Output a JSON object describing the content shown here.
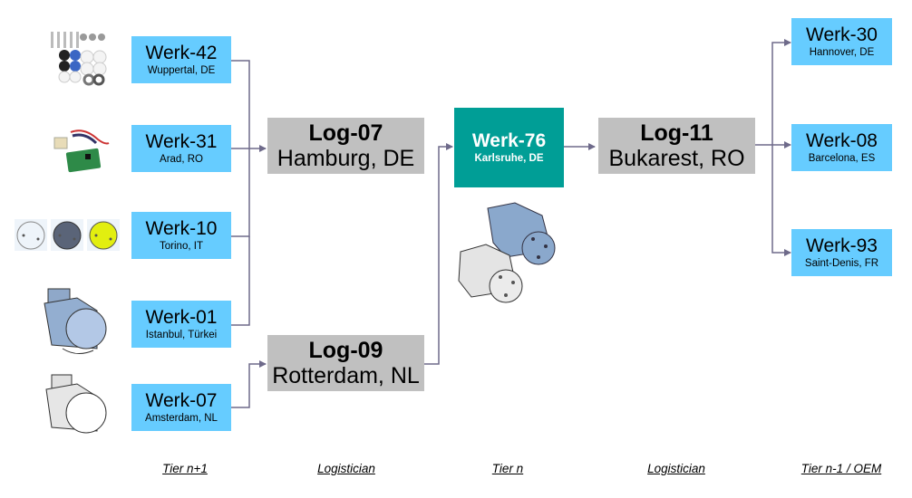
{
  "tier_n_plus_1": [
    {
      "name": "Werk-42",
      "location": "Wuppertal,  DE",
      "product_icon": "fastener-parts-icon"
    },
    {
      "name": "Werk-31",
      "location": "Arad, RO",
      "product_icon": "circuit-board-icon"
    },
    {
      "name": "Werk-10",
      "location": "Torino, IT",
      "product_icon": "compressor-cover-icon"
    },
    {
      "name": "Werk-01",
      "location": "Istanbul,  Türkei",
      "product_icon": "blue-compressor-icon"
    },
    {
      "name": "Werk-07",
      "location": "Amsterdam, NL",
      "product_icon": "grey-compressor-icon"
    }
  ],
  "logisticians_in": [
    {
      "name": "Log-07",
      "location": "Hamburg, DE"
    },
    {
      "name": "Log-09",
      "location": "Rotterdam, NL"
    }
  ],
  "tier_n": {
    "name": "Werk-76",
    "location": "Karlsruhe, DE",
    "product_icon": "compressor-pair-icon"
  },
  "logistician_out": {
    "name": "Log-11",
    "location": "Bukarest, RO"
  },
  "tier_n_minus_1": [
    {
      "name": "Werk-30",
      "location": "Hannover, DE"
    },
    {
      "name": "Werk-08",
      "location": "Barcelona, ES"
    },
    {
      "name": "Werk-93",
      "location": "Saint-Denis,  FR"
    }
  ],
  "tier_labels": [
    "Tier n+1",
    "Logistician",
    "Tier n",
    "Logistician",
    "Tier n-1 / OEM"
  ],
  "colors": {
    "supplier": "#66ccff",
    "logistician": "#c0c0c0",
    "focal_plant": "#009e96",
    "connector": "#6e6a8a"
  }
}
